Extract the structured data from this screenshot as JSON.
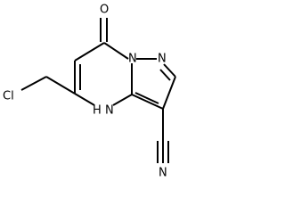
{
  "atoms": {
    "oxygen": "O",
    "chlorine": "Cl",
    "ring_nitrogen_1": "N",
    "ring_nitrogen_2": "N",
    "nh": "N",
    "nh_hydrogen": "H",
    "nitrile_nitrogen": "N"
  }
}
